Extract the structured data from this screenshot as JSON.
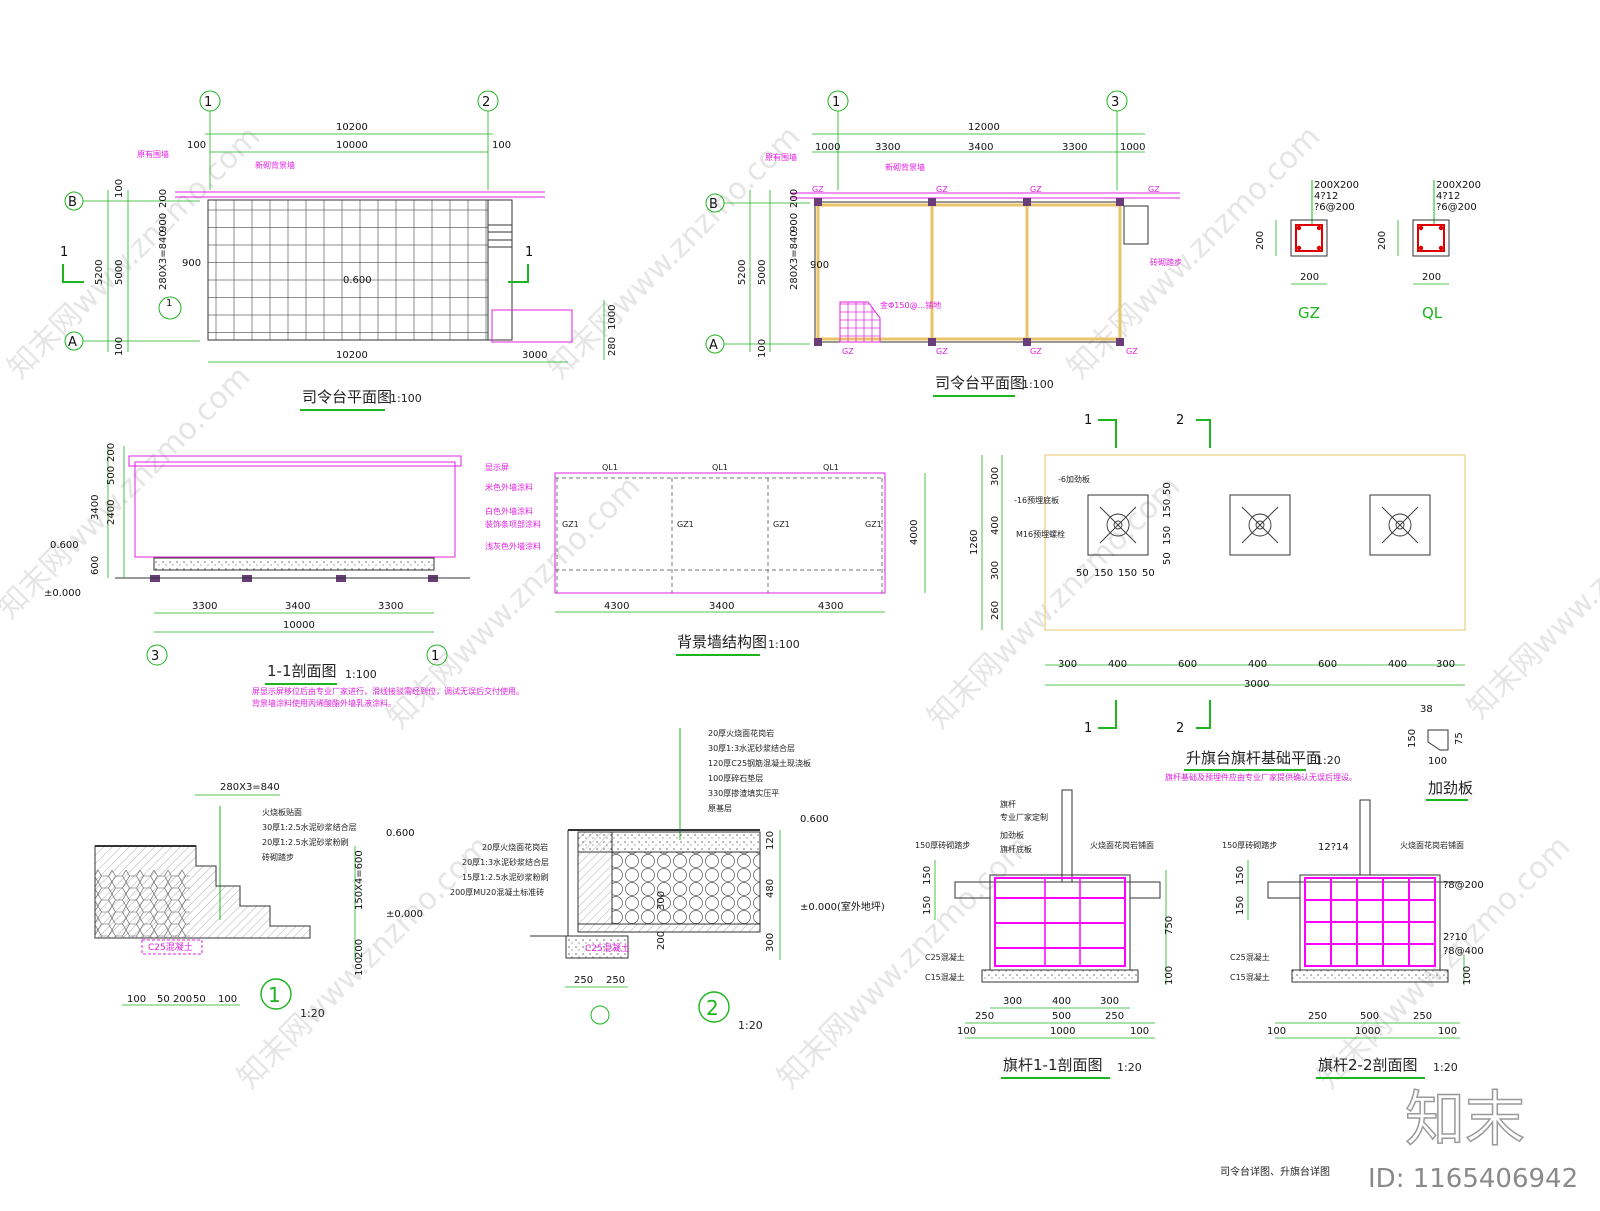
{
  "plan1": {
    "title": "司令台平面图",
    "scale": "1:100",
    "axes": [
      "1",
      "2",
      "B",
      "A"
    ],
    "dims_top": [
      "100",
      "10200",
      "10000",
      "100"
    ],
    "dims_left": [
      "100",
      "5200",
      "5000",
      "200",
      "900",
      "280X3=840",
      "100"
    ],
    "dims_mid": [
      "900",
      "0.600"
    ],
    "dims_bottom": [
      "10200",
      "3000"
    ],
    "dims_right": [
      "1000",
      "280"
    ],
    "notes": [
      "原有围墙",
      "新砌背景墙"
    ],
    "sec": "1"
  },
  "plan2": {
    "title": "司令台平面图",
    "scale": "1:100",
    "axes": [
      "1",
      "3",
      "B",
      "A"
    ],
    "dims_top": [
      "12000",
      "1000",
      "3300",
      "3400",
      "3300",
      "1000"
    ],
    "dims_left": [
      "5200",
      "5000",
      "200",
      "900",
      "280X3=840",
      "100"
    ],
    "mid": [
      "900"
    ],
    "gz": [
      "GZ",
      "GZ",
      "GZ",
      "GZ",
      "GZ",
      "GZ",
      "GZ",
      "GZ"
    ],
    "notes": [
      "原有围墙",
      "新砌背景墙",
      "砖砌踏步",
      "金Φ150@...铺地"
    ]
  },
  "cols": [
    {
      "spec": [
        "200X200",
        "4?12",
        "?6@200"
      ],
      "w": "200",
      "h": "200",
      "name": "GZ"
    },
    {
      "spec": [
        "200X200",
        "4?12",
        "?6@200"
      ],
      "w": "200",
      "h": "200",
      "name": "QL"
    }
  ],
  "sec11": {
    "title": "1-1剖面图",
    "scale": "1:100",
    "dims_left": [
      "200",
      "500",
      "3400",
      "2400",
      "600"
    ],
    "elev": [
      "0.600",
      "±0.000"
    ],
    "dims_bottom": [
      "3300",
      "3400",
      "3300",
      "10000"
    ],
    "axes": [
      "3",
      "1"
    ],
    "notes": [
      "显示屏",
      "米色外墙涂料",
      "白色外墙涂料",
      "装饰条项部涂料",
      "浅灰色外墙涂料"
    ],
    "remarks": [
      "屏显示屏移位后由专业厂家进行，滑线接驳需经到位，调试无误后交付使用。",
      "背景墙涂料使用丙烯酸酯外墙乳液涂料。"
    ]
  },
  "wall": {
    "title": "背景墙结构图",
    "scale": "1:100",
    "ql": [
      "QL1",
      "QL1",
      "QL1"
    ],
    "gz": [
      "GZ1",
      "GZ1",
      "GZ1",
      "GZ1"
    ],
    "height": "4000",
    "dims_bottom": [
      "4300",
      "3400",
      "4300"
    ]
  },
  "found": {
    "title": "升旗台旗杆基础平面",
    "scale": "1:20",
    "note": "旗杆基础及预埋件应由专业厂家提供确认无误后埋设。",
    "labels": [
      "-6加劲板",
      "-16预埋底板",
      "M16预埋螺栓"
    ],
    "dims_left": [
      "300",
      "400",
      "300",
      "260",
      "1260"
    ],
    "dims_plate": [
      "50",
      "150",
      "150",
      "50",
      "50",
      "150",
      "150",
      "50"
    ],
    "dims_bottom": [
      "300",
      "400",
      "600",
      "400",
      "600",
      "400",
      "300",
      "3000"
    ],
    "sec": [
      "1",
      "2",
      "1",
      "2"
    ]
  },
  "stiff": {
    "title": "加劲板",
    "dims": [
      "38",
      "150",
      "75",
      "100"
    ]
  },
  "det1": {
    "num": "1",
    "scale": "1:20",
    "top": "280X3=840",
    "layers": [
      "火烧板贴面",
      "30厚1:2.5水泥砂浆结合层",
      "20厚1:2.5水泥砂浆粉刷",
      "砖砌踏步"
    ],
    "elev": [
      "0.600",
      "±0.000"
    ],
    "dims_right": [
      "150X4=600",
      "200",
      "100"
    ],
    "concrete": "C25混凝土",
    "dims_bottom": [
      "100",
      "50",
      "200",
      "50",
      "100"
    ]
  },
  "det2": {
    "num": "2",
    "scale": "1:20",
    "layers_top": [
      "20厚火烧面花岗岩",
      "30厚1:3水泥砂浆结合层",
      "120厚C25钢筋混凝土现浇板",
      "100厚碎石垫层",
      "330厚掺渣填实压平",
      "原基层"
    ],
    "layers_left": [
      "20厚火烧面花岗岩",
      "20厚1:3水泥砂浆结合层",
      "15厚1:2.5水泥砂浆粉刷",
      "200厚MU20混凝土标准砖"
    ],
    "elev": [
      "0.600",
      "±0.000(室外地坪)"
    ],
    "dims_right": [
      "120",
      "480",
      "300"
    ],
    "dims_left": [
      "200",
      "300"
    ],
    "concrete": "C25混凝土",
    "dims_bottom": [
      "250",
      "250"
    ]
  },
  "pole1": {
    "title": "旗杆1-1剖面图",
    "scale": "1:20",
    "labels": [
      "旗杆",
      "专业厂家定制",
      "加劲板",
      "旗杆底板",
      "150厚砖砌踏步",
      "火烧面花岗岩铺面",
      "C25混凝土",
      "C15混凝土"
    ],
    "dims_left": [
      "150",
      "150"
    ],
    "dims_right": [
      "750",
      "100"
    ],
    "dims_bottom": [
      "300",
      "400",
      "300",
      "250",
      "500",
      "250",
      "100",
      "1000",
      "100"
    ]
  },
  "pole2": {
    "title": "旗杆2-2剖面图",
    "scale": "1:20",
    "labels": [
      "150厚砖砌踏步",
      "火烧面花岗岩铺面",
      "12?14",
      "?8@200",
      "2?10",
      "?8@400",
      "C25混凝土",
      "C15混凝土"
    ],
    "dims_left": [
      "150",
      "150"
    ],
    "dims_right": [
      "100"
    ],
    "dims_bottom": [
      "250",
      "500",
      "250",
      "100",
      "1000",
      "100"
    ]
  },
  "footer": {
    "sheet_title": "司令台详图、升旗台详图",
    "brand": "知末",
    "id": "ID: 1165406942",
    "watermark": "知末网www.znzmo.com"
  },
  "colors": {
    "dim": "#1db41d",
    "annot": "#e020e0",
    "rebar": "#ff00ff",
    "wall": "#e9c46a"
  }
}
